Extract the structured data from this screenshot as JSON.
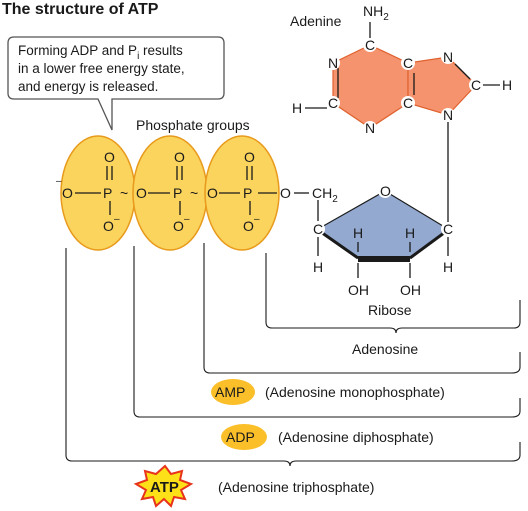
{
  "title": "The structure of ATP",
  "callout": {
    "line1_prefix": "Forming ADP and P",
    "line1_sub": "i",
    "line1_suffix": " results",
    "line2": "in a lower free energy state,",
    "line3": "and energy is released."
  },
  "labels": {
    "adenine": "Adenine",
    "phosphate_groups": "Phosphate groups",
    "ribose": "Ribose",
    "adenosine": "Adenosine",
    "amp_desc": "(Adenosine monophosphate)",
    "adp_desc": "(Adenosine diphosphate)",
    "atp_desc": "(Adenosine triphosphate)"
  },
  "badges": {
    "amp": "AMP",
    "adp": "ADP",
    "atp": "ATP"
  },
  "atoms": {
    "nh2_n": "NH",
    "nh2_sub": "2",
    "c": "C",
    "n": "N",
    "h": "H",
    "o": "O",
    "p": "P",
    "o_minus": "O",
    "minus": "–",
    "oh": "OH",
    "ch2": "CH",
    "ch2_sub": "2",
    "tilde": "~"
  },
  "colors": {
    "adenine_fill": "#f4936d",
    "adenine_stroke": "#e0612e",
    "ribose_fill": "#93a9cf",
    "phosphate_fill": "#fbd45e",
    "phosphate_stroke": "#e89a1c",
    "badge_fill": "#fbbf2a",
    "atp_burst_fill": "#fde017",
    "atp_burst_stroke": "#e8331c"
  }
}
